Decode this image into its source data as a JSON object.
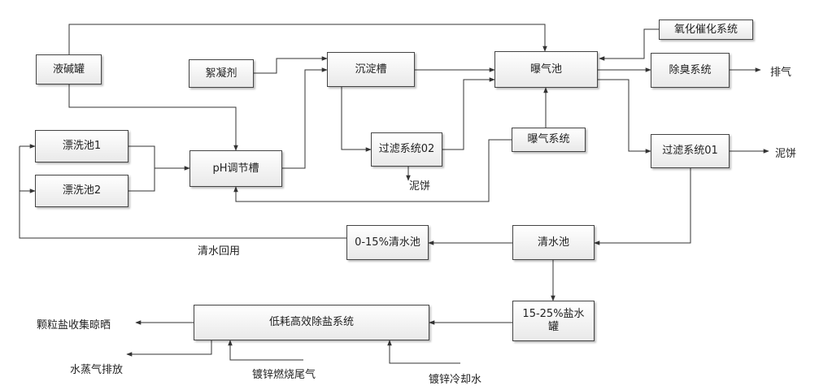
{
  "nodes": {
    "caustic_tank": "液碱罐",
    "flocculant": "絮凝剂",
    "settling_tank": "沉淀槽",
    "aeration_tank": "曝气池",
    "oxidation_catalysis": "氧化催化系统",
    "deodor": "除臭系统",
    "rinse1": "漂洗池1",
    "rinse2": "漂洗池2",
    "ph_tank": "pH调节槽",
    "filter02": "过滤系统02",
    "aeration_system": "曝气系统",
    "filter01": "过滤系统01",
    "clear_small": "0-15%清水池",
    "clear_pool": "清水池",
    "brine_tank": "15-25%盐水罐",
    "desalination": "低耗高效除盐系统"
  },
  "labels": {
    "exhaust": "排气",
    "mud_cake_1": "泥饼",
    "mud_cake_2": "泥饼",
    "clear_reuse": "清水回用",
    "salt_collect": "颗粒盐收集晾晒",
    "steam_discharge": "水蒸气排放",
    "galv_exhaust": "镀锌燃烧尾气",
    "galv_cooling": "镀锌冷却水"
  },
  "colors": {
    "line": "#333333",
    "box_border": "#444444"
  }
}
